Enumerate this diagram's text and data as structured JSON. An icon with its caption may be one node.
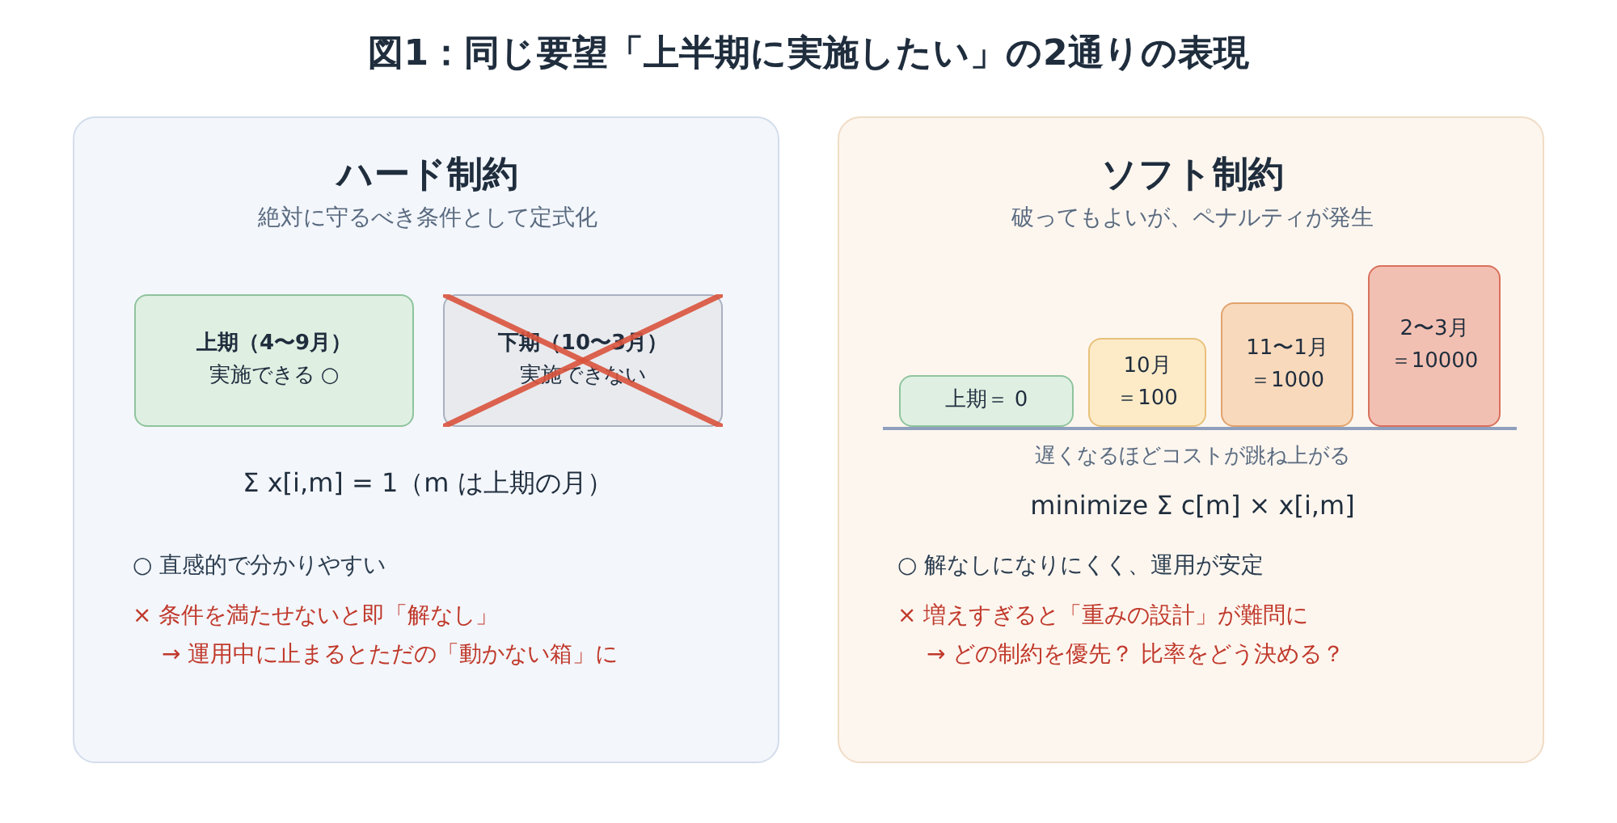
{
  "diagram": {
    "title": "図1：同じ要望「上半期に実施したい」の2通りの表現",
    "nodes": [
      {
        "text": [
          "ハード制約",
          "絶対に守るべき条件として定式化",
          "Σ x[i,m] = 1（m は上期の月）",
          "○ 直感的で分かりやすい",
          "× 条件を満たせないと即「解なし」",
          "→ 運用中に止まるとただの「動かない箱」に"
        ]
      },
      {
        "text": [
          "上期（4〜9月）",
          "実施できる ○"
        ],
        "in": 0
      },
      {
        "text": [
          "下期（10〜3月）",
          "実施できない"
        ],
        "in": 0
      },
      {
        "text": [
          "ソフト制約",
          "破ってもよいが、ペナルティが発生",
          "遅くなるほどコストが跳ね上がる",
          "minimize Σ c[m] × x[i,m]",
          "○ 解なしになりにくく、運用が安定",
          "× 増えすぎると「重みの設計」が難問に",
          "→ どの制約を優先？ 比率をどう決める？"
        ]
      },
      {
        "text": [
          "上期＝ 0"
        ],
        "in": 3
      },
      {
        "text": [
          "10月",
          "＝100"
        ],
        "in": 3
      },
      {
        "text": [
          "11〜1月",
          "＝1000"
        ],
        "in": 3
      },
      {
        "text": [
          "2〜3月",
          "＝10000"
        ],
        "in": 3
      }
    ],
    "edges": []
  }
}
